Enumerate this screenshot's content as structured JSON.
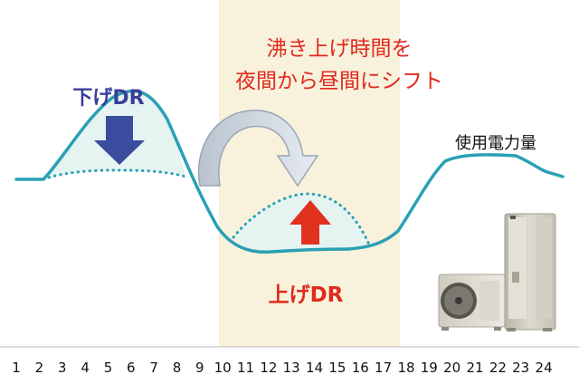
{
  "labels": {
    "shift_line1": "沸き上げ時間を",
    "shift_line2": "夜間から昼間にシフト",
    "down_dr": "下げDR",
    "up_dr": "上げDR",
    "power_usage": "使用電力量"
  },
  "colors": {
    "curve": "#2aa0b4",
    "fill": "#e5f3f1",
    "highlight_band": "#f8f2dc",
    "down_arrow": "#3a4c9e",
    "up_arrow": "#e0321e",
    "red_text": "#e02a1e",
    "blue_text": "#3a3e9a",
    "curved_arrow": "#d4dce6"
  },
  "x_axis": {
    "ticks": [
      "1",
      "2",
      "3",
      "4",
      "5",
      "6",
      "7",
      "8",
      "9",
      "10",
      "11",
      "12",
      "13",
      "14",
      "15",
      "16",
      "17",
      "18",
      "19",
      "20",
      "21",
      "22",
      "23",
      "24"
    ]
  },
  "highlighted_hours": [
    10,
    17
  ],
  "icons": [
    "down-arrow-icon",
    "up-arrow-icon",
    "curved-shift-arrow-icon",
    "heat-pump-water-heater-icon"
  ]
}
